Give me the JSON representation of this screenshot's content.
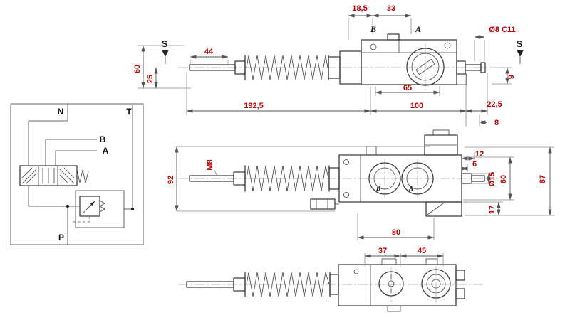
{
  "schematic": {
    "n": "N",
    "t": "T",
    "b": "B",
    "a": "A",
    "p": "P"
  },
  "top_view": {
    "dim_18_5": "18,5",
    "dim_33": "33",
    "port_b": "B",
    "port_a": "A",
    "dia_8": "Ø8 C11",
    "section_left": "S",
    "section_right": "S",
    "dim_44": "44",
    "dim_60": "60",
    "dim_25": "25",
    "dim_65": "65",
    "dim_192_5": "192,5",
    "dim_100": "100",
    "dim_22_5": "22,5",
    "dim_8": "8",
    "dim_9": "9"
  },
  "front_view": {
    "dim_92": "92",
    "thread": "M8",
    "dim_12": "12",
    "dim_6": "6",
    "dia_15": "Ø15",
    "dim_60": "60",
    "dim_87": "87",
    "dim_17": "17",
    "dim_80": "80",
    "port_b": "B",
    "port_a": "A"
  },
  "bottom_view": {
    "dim_37": "37",
    "dim_45": "45"
  },
  "colors": {
    "dimension_text": "#b30000",
    "drawing_line": "#3f3f3f",
    "background": "#ffffff"
  }
}
